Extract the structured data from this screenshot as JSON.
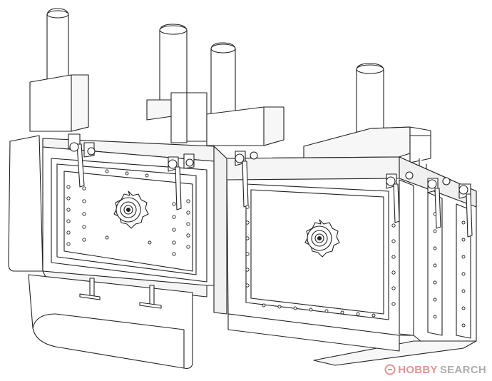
{
  "image": {
    "subject": "line-art"
  },
  "watermark": {
    "brand_hobby": "HOBBY",
    "brand_search": "SEARCH",
    "hobby_color": "#d23a3a",
    "search_color": "#6b6b6b"
  },
  "drawing": {
    "stroke_color": "#222222",
    "fill_light": "#ffffff",
    "fill_shade": "#f2f2f2"
  }
}
